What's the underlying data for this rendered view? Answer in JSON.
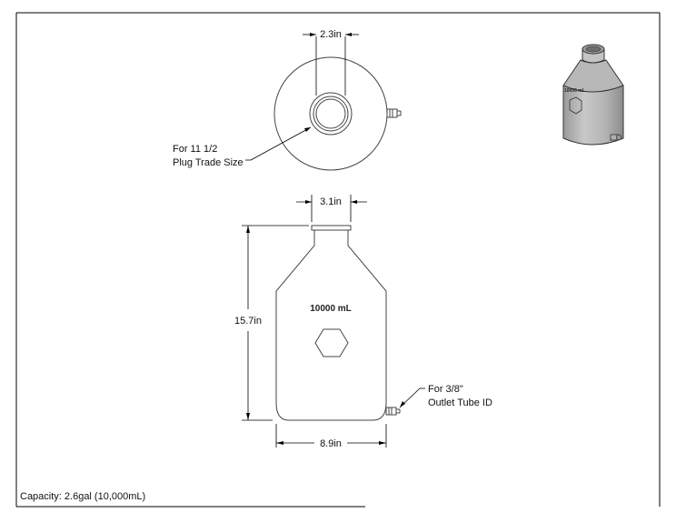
{
  "top_view": {
    "neck_dimension": "2.3in",
    "plug_note_line1": "For 11 1/2",
    "plug_note_line2": "Plug Trade Size"
  },
  "front_view": {
    "mouth_dimension": "3.1in",
    "height_dimension": "15.7in",
    "width_dimension": "8.9in",
    "embossed_volume": "10000 mL",
    "outlet_note_line1": "For 3/8\"",
    "outlet_note_line2": "Outlet Tube ID"
  },
  "iso_view": {
    "embossed_volume": "10000 mL"
  },
  "footer": {
    "capacity_text": "Capacity: 2.6gal (10,000mL)"
  },
  "colors": {
    "line": "#000000",
    "bottle_fill": "#bfbfbf",
    "bottle_dark": "#8a8a8a"
  }
}
